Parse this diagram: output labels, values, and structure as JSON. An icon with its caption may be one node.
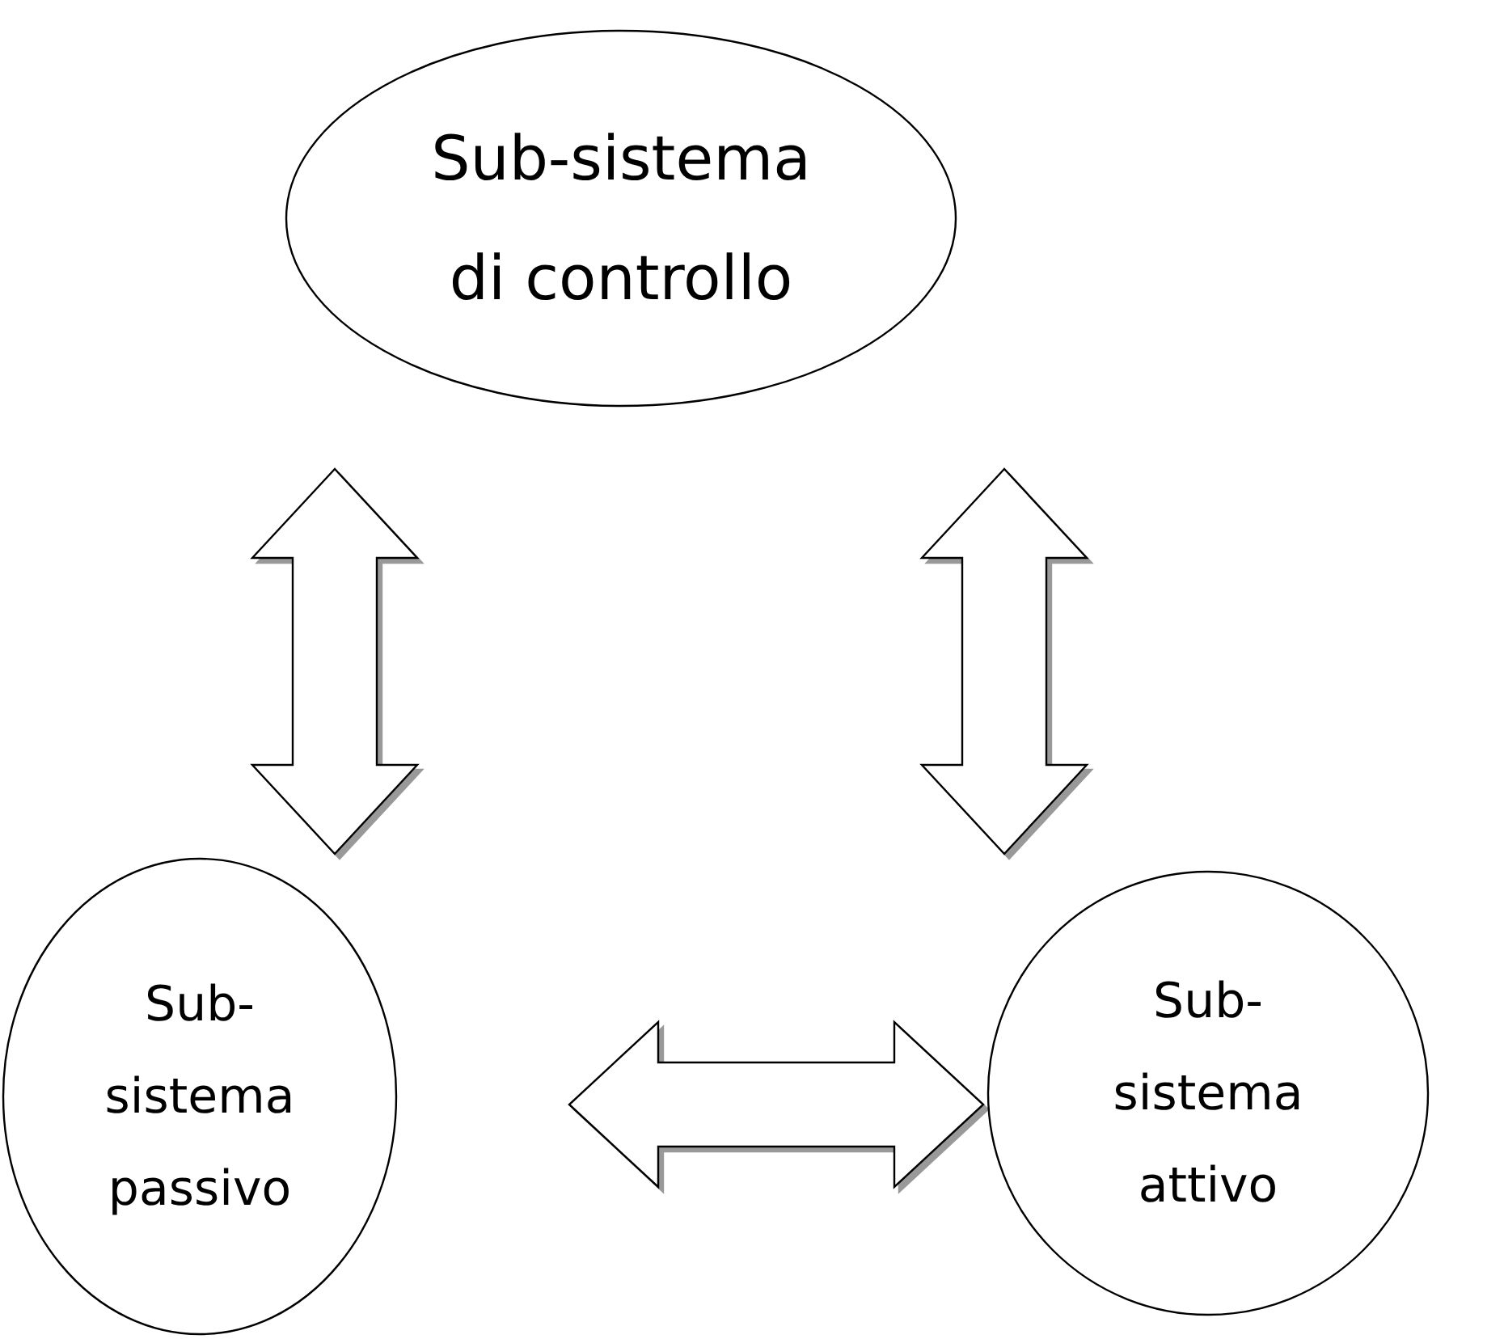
{
  "diagram": {
    "nodes": [
      {
        "text": [
          "Sub-sistema di controllo"
        ]
      },
      {
        "text": [
          "Sub- sistema passivo"
        ]
      },
      {
        "text": [
          "Sub- sistema attivo"
        ]
      }
    ],
    "edges": [
      {
        "from": 0,
        "to": 1,
        "arrow": "both"
      },
      {
        "from": 0,
        "to": 2,
        "arrow": "both"
      },
      {
        "from": 1,
        "to": 2,
        "arrow": "both"
      }
    ]
  }
}
